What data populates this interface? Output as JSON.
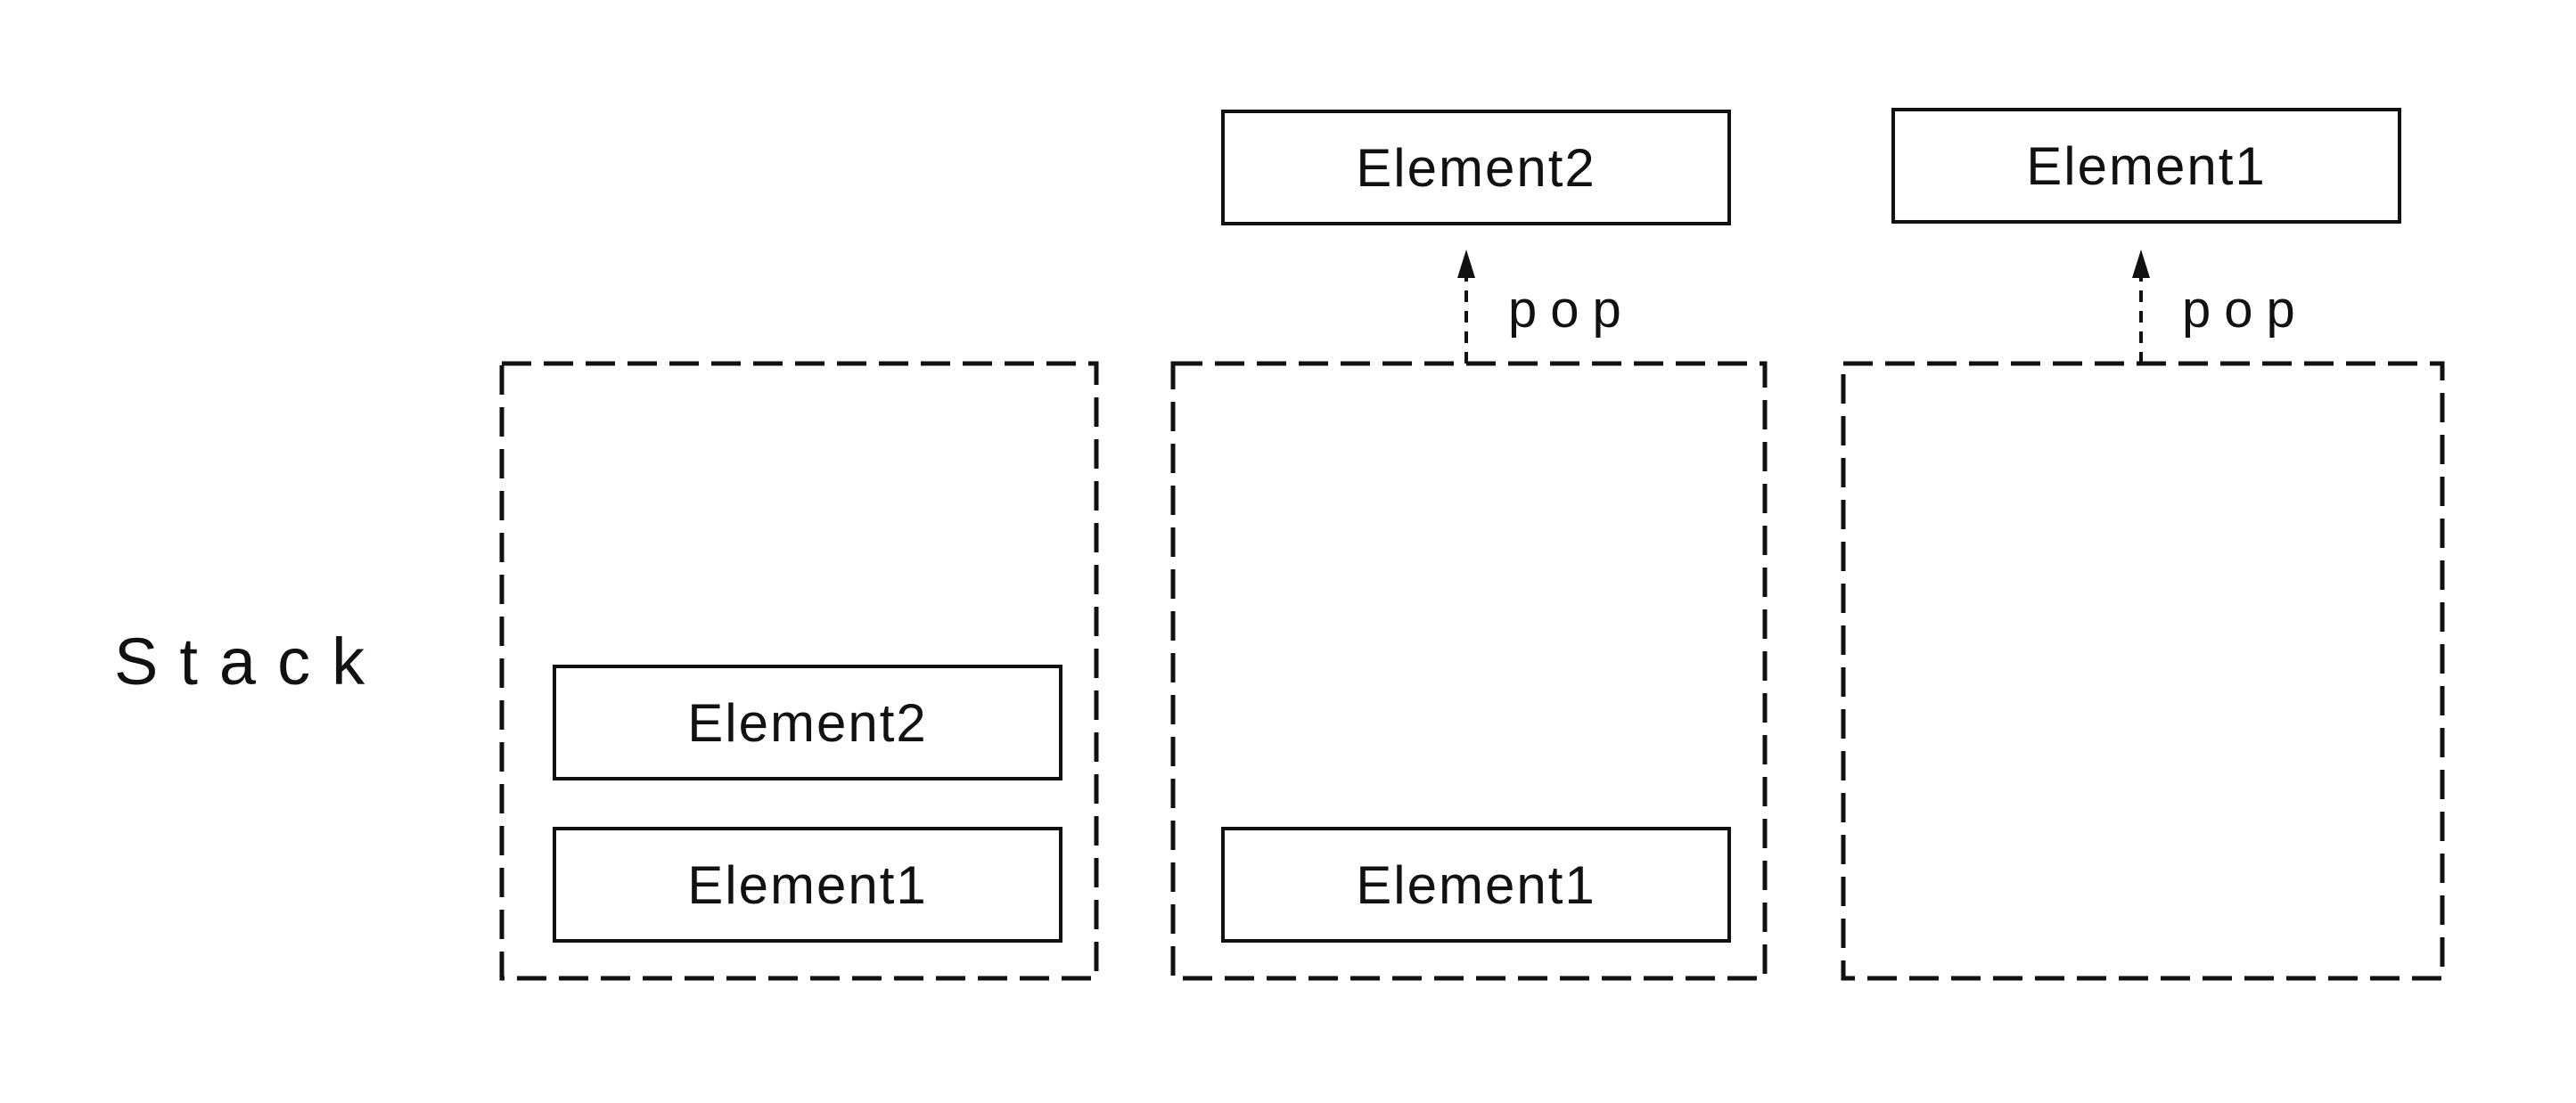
{
  "diagram": {
    "title": "Stack",
    "colors": {
      "stroke": "#111111",
      "background": "#ffffff"
    },
    "stacks": [
      {
        "name": "stack-state-initial",
        "items": [
          {
            "label": "Element1"
          },
          {
            "label": "Element2"
          }
        ]
      },
      {
        "name": "stack-state-after-first-pop",
        "items": [
          {
            "label": "Element1"
          }
        ],
        "popped": {
          "label": "Element2",
          "operation": "pop"
        }
      },
      {
        "name": "stack-state-after-second-pop",
        "items": [],
        "popped": {
          "label": "Element1",
          "operation": "pop"
        }
      }
    ]
  }
}
